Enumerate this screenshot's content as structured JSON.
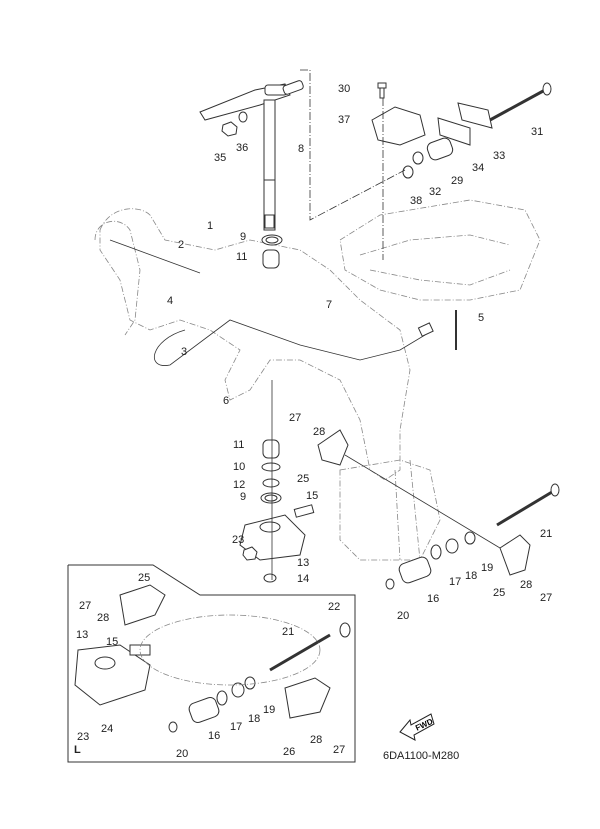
{
  "diagram": {
    "title_code": "6DA1100-M280",
    "fwd_label": "FWD",
    "inset_label": "L",
    "callouts": [
      {
        "id": "c1",
        "label": "1"
      },
      {
        "id": "c2",
        "label": "2"
      },
      {
        "id": "c3",
        "label": "3"
      },
      {
        "id": "c4",
        "label": "4"
      },
      {
        "id": "c5",
        "label": "5"
      },
      {
        "id": "c6",
        "label": "6"
      },
      {
        "id": "c7",
        "label": "7"
      },
      {
        "id": "c8",
        "label": "8"
      },
      {
        "id": "c9a",
        "label": "9"
      },
      {
        "id": "c9b",
        "label": "9"
      },
      {
        "id": "c10",
        "label": "10"
      },
      {
        "id": "c11a",
        "label": "11"
      },
      {
        "id": "c11b",
        "label": "11"
      },
      {
        "id": "c12",
        "label": "12"
      },
      {
        "id": "c13",
        "label": "13"
      },
      {
        "id": "c14",
        "label": "14"
      },
      {
        "id": "c15",
        "label": "15"
      },
      {
        "id": "c16",
        "label": "16"
      },
      {
        "id": "c17",
        "label": "17"
      },
      {
        "id": "c18",
        "label": "18"
      },
      {
        "id": "c19",
        "label": "19"
      },
      {
        "id": "c20",
        "label": "20"
      },
      {
        "id": "c21",
        "label": "21"
      },
      {
        "id": "c23",
        "label": "23"
      },
      {
        "id": "c25a",
        "label": "25"
      },
      {
        "id": "c25b",
        "label": "25"
      },
      {
        "id": "c27a",
        "label": "27"
      },
      {
        "id": "c27b",
        "label": "27"
      },
      {
        "id": "c28a",
        "label": "28"
      },
      {
        "id": "c28b",
        "label": "28"
      },
      {
        "id": "c29",
        "label": "29"
      },
      {
        "id": "c30",
        "label": "30"
      },
      {
        "id": "c31",
        "label": "31"
      },
      {
        "id": "c32",
        "label": "32"
      },
      {
        "id": "c33",
        "label": "33"
      },
      {
        "id": "c34",
        "label": "34"
      },
      {
        "id": "c35",
        "label": "35"
      },
      {
        "id": "c36",
        "label": "36"
      },
      {
        "id": "c37",
        "label": "37"
      },
      {
        "id": "c38",
        "label": "38"
      },
      {
        "id": "i13",
        "label": "13"
      },
      {
        "id": "i15",
        "label": "15"
      },
      {
        "id": "i16",
        "label": "16"
      },
      {
        "id": "i17",
        "label": "17"
      },
      {
        "id": "i18",
        "label": "18"
      },
      {
        "id": "i19",
        "label": "19"
      },
      {
        "id": "i20",
        "label": "20"
      },
      {
        "id": "i21",
        "label": "21"
      },
      {
        "id": "i22",
        "label": "22"
      },
      {
        "id": "i23",
        "label": "23"
      },
      {
        "id": "i24",
        "label": "24"
      },
      {
        "id": "i25",
        "label": "25"
      },
      {
        "id": "i26",
        "label": "26"
      },
      {
        "id": "i27a",
        "label": "27"
      },
      {
        "id": "i27b",
        "label": "27"
      },
      {
        "id": "i28a",
        "label": "28"
      },
      {
        "id": "i28b",
        "label": "28"
      }
    ]
  }
}
